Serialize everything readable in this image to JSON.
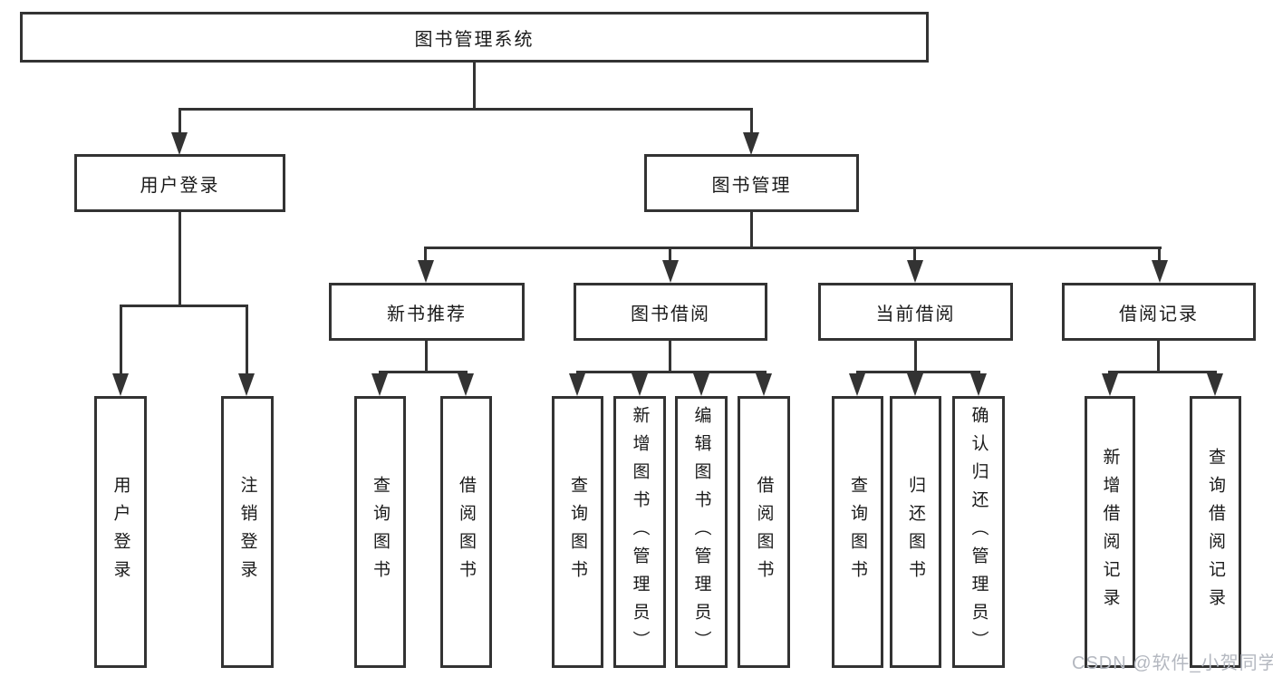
{
  "tree": {
    "root": {
      "label": "图书管理系统"
    },
    "level2": [
      {
        "label": "用户登录",
        "children": [
          {
            "label": "用户登录"
          },
          {
            "label": "注销登录"
          }
        ]
      },
      {
        "label": "图书管理",
        "children": [
          {
            "label": "新书推荐",
            "children": [
              {
                "label": "查询图书"
              },
              {
                "label": "借阅图书"
              }
            ]
          },
          {
            "label": "图书借阅",
            "children": [
              {
                "label": "查询图书"
              },
              {
                "label": "新增图书（管理员）"
              },
              {
                "label": "编辑图书（管理员）"
              },
              {
                "label": "借阅图书"
              }
            ]
          },
          {
            "label": "当前借阅",
            "children": [
              {
                "label": "查询图书"
              },
              {
                "label": "归还图书"
              },
              {
                "label": "确认归还（管理员）"
              }
            ]
          },
          {
            "label": "借阅记录",
            "children": [
              {
                "label": "新增借阅记录"
              },
              {
                "label": "查询借阅记录"
              }
            ]
          }
        ]
      }
    ]
  },
  "watermark": {
    "text": "CSDN @软件_小贺同学"
  },
  "colors": {
    "line": "#333333",
    "text": "#1a1a1a",
    "background": "#ffffff",
    "watermark": "#b4b8c0"
  }
}
